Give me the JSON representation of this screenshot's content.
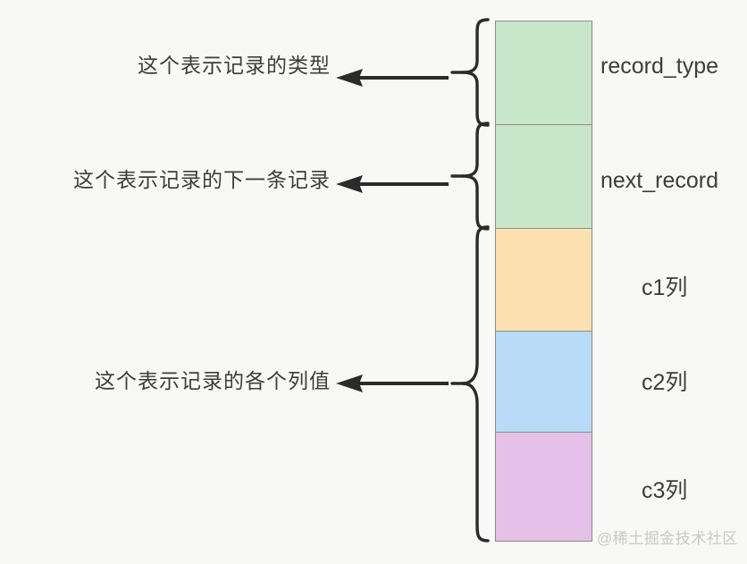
{
  "diagram": {
    "title": "record-layout-diagram",
    "background_color": "#f8f8f7",
    "annotations": [
      {
        "text": "这个表示记录的类型",
        "arrow": "left-arrow-icon"
      },
      {
        "text": "这个表示记录的下一条记录",
        "arrow": "left-arrow-icon"
      },
      {
        "text": "这个表示记录的各个列值",
        "arrow": "left-arrow-icon"
      }
    ],
    "braces": [
      {
        "name": "brace-record-type",
        "spans": "record_type"
      },
      {
        "name": "brace-next-record",
        "spans": "next_record"
      },
      {
        "name": "brace-column-values",
        "spans": "c1列, c2列, c3列"
      }
    ],
    "blocks": [
      {
        "label": "record_type",
        "color": "#c8e6c9",
        "border": "#8a8f87"
      },
      {
        "label": "next_record",
        "color": "#c8e6c9",
        "border": "#8a8f87"
      },
      {
        "label": "c1列",
        "color": "#fde0b0",
        "border": "#8a8f87"
      },
      {
        "label": "c2列",
        "color": "#b8dcf7",
        "border": "#8a8f87"
      },
      {
        "label": "c3列",
        "color": "#e5c0e8",
        "border": "#8a8f87"
      }
    ],
    "watermark": "@稀土掘金技术社区"
  }
}
